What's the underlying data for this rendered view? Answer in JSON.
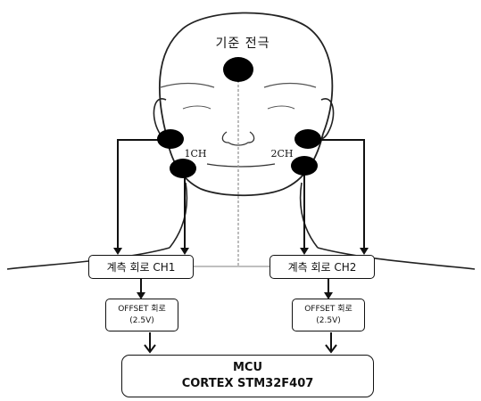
{
  "reference_electrode_label": "기준 전극",
  "channel_labels": {
    "ch1": "1CH",
    "ch2": "2CH"
  },
  "measurement_circuits": {
    "ch1": "계측 회로 CH1",
    "ch2": "계측 회로 CH2"
  },
  "offset_circuits": {
    "ch1": {
      "name": "OFFSET 회로",
      "voltage": "(2.5V)"
    },
    "ch2": {
      "name": "OFFSET 회로",
      "voltage": "(2.5V)"
    }
  },
  "mcu": {
    "line1": "MCU",
    "line2": "CORTEX STM32F407"
  }
}
